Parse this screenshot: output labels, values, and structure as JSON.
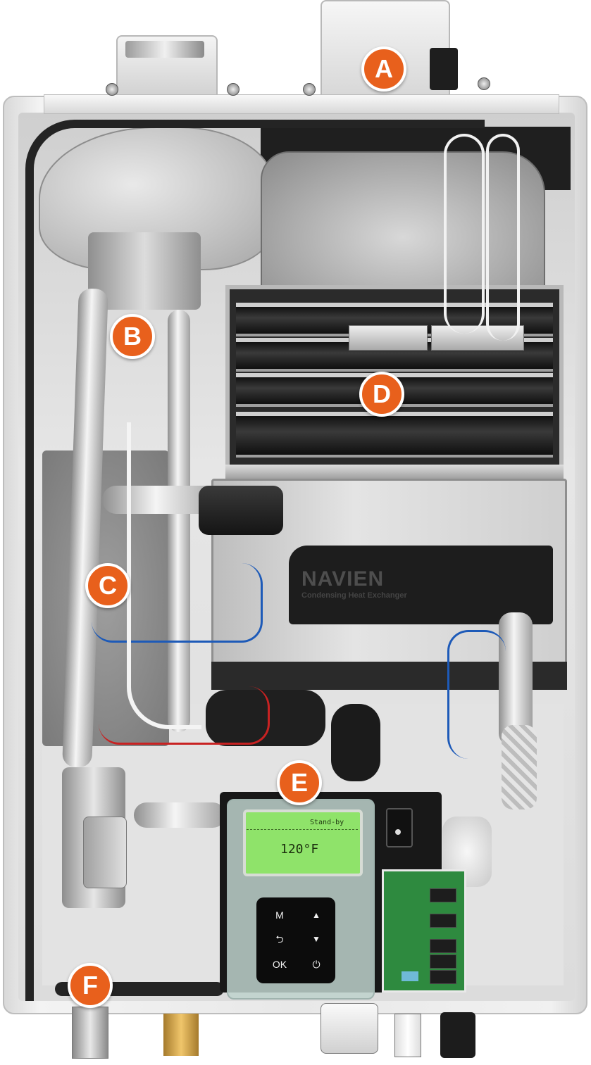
{
  "markers": {
    "a": "A",
    "b": "B",
    "c": "C",
    "d": "D",
    "e": "E",
    "f": "F"
  },
  "heat_exchanger": {
    "brand": "NAVIEN",
    "subtitle": "Condensing Heat Exchanger"
  },
  "display": {
    "status": "Stand-by",
    "temperature": "120°F"
  },
  "keypad": {
    "mode_key": "M",
    "up_key": "▲",
    "back_key": "⮌",
    "down_key": "▼",
    "ok_key": "OK",
    "power_key": "⏻"
  },
  "colors": {
    "marker": "#e8601c",
    "lcd": "#8fe36a",
    "pcb": "#2e8a3f"
  }
}
